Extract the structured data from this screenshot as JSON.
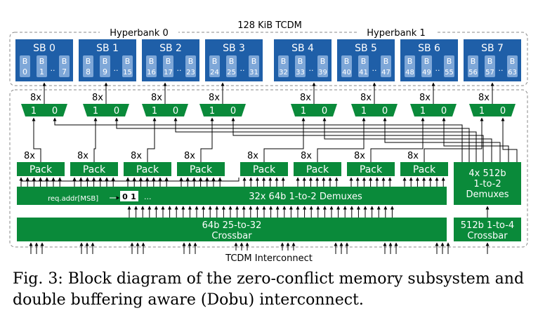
{
  "title": "128 KiB TCDM",
  "hyperbanks": [
    {
      "label": "Hyperbank 0"
    },
    {
      "label": "Hyperbank 1"
    }
  ],
  "superbanks": [
    {
      "label": "SB 0",
      "banks": [
        "B 0",
        "B 1",
        "B 7"
      ]
    },
    {
      "label": "SB 1",
      "banks": [
        "B 8",
        "B 9",
        "B 15"
      ]
    },
    {
      "label": "SB 2",
      "banks": [
        "B 16",
        "B 17",
        "B 23"
      ]
    },
    {
      "label": "SB 3",
      "banks": [
        "B 24",
        "B 25",
        "B 31"
      ]
    },
    {
      "label": "SB 4",
      "banks": [
        "B 32",
        "B 33",
        "B 39"
      ]
    },
    {
      "label": "SB 5",
      "banks": [
        "B 40",
        "B 41",
        "B 47"
      ]
    },
    {
      "label": "SB 6",
      "banks": [
        "B 48",
        "B 49",
        "B 55"
      ]
    },
    {
      "label": "SB 7",
      "banks": [
        "B 56",
        "B 57",
        "B 63"
      ]
    }
  ],
  "bank_ellipsis": "..",
  "width_label": "8x",
  "mux_inputs": [
    "1",
    "0"
  ],
  "pack_label": "Pack",
  "demux_narrow_label": "32x 64b 1-to-2 Demuxes",
  "demux_wide_label": [
    "4x 512b",
    "1-to-2",
    "Demuxes"
  ],
  "req_addr_label": "req.addr[MSB]",
  "select_values": [
    "0",
    "1"
  ],
  "select_ellipsis": "...",
  "crossbar_narrow_label": [
    "64b 25-to-32",
    "Crossbar"
  ],
  "crossbar_wide_label": [
    "512b 1-to-4",
    "Crossbar"
  ],
  "interconnect_label": "TCDM Interconnect",
  "caption": "Fig. 3: Block diagram of the zero-conflict memory subsystem and double buffering aware (Dobu) interconnect.",
  "colors": {
    "superbank": "#1f5fa8",
    "bank": "#7ea7d8",
    "green": "#0a8a3a",
    "line": "#000000",
    "dashed": "#888888"
  }
}
